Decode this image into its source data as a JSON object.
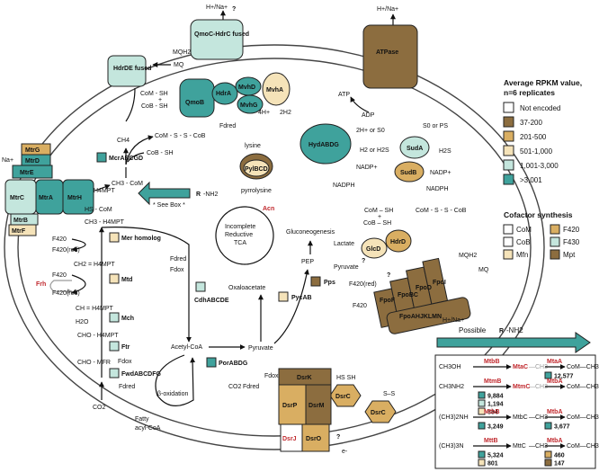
{
  "colors": {
    "not_encoded": "#ffffff",
    "r37_200": "#8c6d3f",
    "r201_500": "#d9ae62",
    "r501_1000": "#f5e3b9",
    "r1001_3000": "#c4e6dd",
    "r3001": "#3fa29c",
    "accent_red": "#c0282d"
  },
  "legend": {
    "title": "Average RPKM value, n=6 replicates",
    "title_l1": "Average RPKM value,",
    "title_l2": "n=6 replicates",
    "items": [
      {
        "label": "Not encoded",
        "key": "not_encoded"
      },
      {
        "label": "37-200",
        "key": "r37_200"
      },
      {
        "label": "201-500",
        "key": "r201_500"
      },
      {
        "label": "501-1,000",
        "key": "r501_1000"
      },
      {
        "label": "1,001-3,000",
        "key": "r1001_3000"
      },
      {
        "label": ">3,001",
        "key": "r3001"
      }
    ]
  },
  "cofactor": {
    "title": "Cofactor synthesis",
    "items": [
      {
        "label": "CoM",
        "key": "not_encoded"
      },
      {
        "label": "CoB",
        "key": "not_encoded"
      },
      {
        "label": "Mfn",
        "key": "r501_1000"
      },
      {
        "label": "F420",
        "key": "r201_500"
      },
      {
        "label": "F430",
        "key": "r1001_3000"
      },
      {
        "label": "Mpt",
        "key": "r37_200"
      }
    ]
  },
  "membrane": {
    "top": {
      "q": "?",
      "hna": "H+/Na+",
      "mqh2": "MQH2",
      "mq": "MQ",
      "qmoc": "QmoC-HdrC fused",
      "hdrde": "HdrDE fused",
      "qmob": "QmoB",
      "hdra": "HdrA",
      "mvhd": "MvhD",
      "mvhg": "MvhG",
      "mvha": "MvhA",
      "fdred": "Fdred",
      "hplus": "4H+",
      "h2": "2H2",
      "com_sh": "CoM - SH",
      "plus": "+",
      "cob_sh": "CoB - SH"
    },
    "atp": {
      "hna": "H+/Na+",
      "label": "ATPase",
      "atp": "ATP",
      "adp": "ADP"
    },
    "mtr": {
      "na": "Na+",
      "mtrg": "MtrG",
      "mtrd": "MtrD",
      "mtre": "MtrE",
      "mtra": "MtrA",
      "mtrh": "MtrH",
      "mtrc": "MtrC",
      "mtrb": "MtrB",
      "mtrf": "MtrF"
    },
    "fpo": {
      "q": "?",
      "mqh2": "MQH2",
      "mq": "MQ",
      "fpof": "FpoF",
      "fpobc": "FpoBC",
      "fpod": "FpoD",
      "fpoi": "FpoI",
      "fpoa": "FpoAHJKLMN",
      "f420red": "F420(red)",
      "f420": "F420",
      "hna": "H+/Na+"
    },
    "dsr": {
      "dsrk": "DsrK",
      "dsrp": "DsrP",
      "dsrm": "DsrM",
      "dsro": "DsrO",
      "dsrj": "DsrJ",
      "q": "?",
      "e": "e-"
    }
  },
  "pathway": {
    "ch4": "CH4",
    "com_s_s_cob": "CoM - S - S - CoB",
    "cob_sh": "CoB - SH",
    "mcr": "McrABCGD",
    "ch3_com": "CH3 - CoM",
    "see_box": "* See Box *",
    "r": "R",
    "nh2": "-NH2",
    "h4mpt": "H4MPT",
    "hs_com": "HS - CoM",
    "ch3_h4mpt": "CH3 - H4MPT",
    "f420": "F420",
    "f420red": "F420(red)",
    "mer": "Mer homolog",
    "ch2_h4mpt": "CH2 = H4MPT",
    "frh": "Frh",
    "mtd": "Mtd",
    "ch_h4mpt": "CH = H4MPT",
    "h2o": "H2O",
    "mch": "Mch",
    "cho_h4mpt": "CHO - H4MPT",
    "ftr": "Ftr",
    "cho_mfr": "CHO - MFR",
    "fdox": "Fdox",
    "fdred": "Fdred",
    "fwd": "FwdABCDFG",
    "co2": "CO2",
    "acetyl_coa": "Acetyl-CoA",
    "cdh": "CdhABCDE",
    "lysine": "lysine",
    "pylbcd": "PylBCD",
    "pyrrolysine": "pyrrolysine",
    "tca": "Incomplete Reductive TCA",
    "acn": "Acn",
    "oxaloacetate": "Oxaloacetate",
    "pyca": "PycAB",
    "pyruvate": "Pyruvate",
    "por": "PorABDG",
    "pep": "PEP",
    "pps": "Pps",
    "gluconeogenesis": "Gluconeogenesis",
    "beta_ox": "β-oxidation",
    "fatty": "Fatty acyl-CoA",
    "hyd": "HydABDG",
    "hyd_in": "2H+ or S0",
    "hyd_out": "H2 or H2S",
    "nadp": "NADP+",
    "nadph": "NADPH",
    "suda": "SudA",
    "sudb": "SudB",
    "sud_in": "S0 or PS",
    "h2s": "H2S",
    "hdrd": "HdrD",
    "glcd": "GlcD",
    "lactate": "Lactate",
    "dsrc": "DsrC",
    "q": "?"
  },
  "possible": {
    "text_pre": "Possible ",
    "text_r": "R",
    "text_post": "-NH2"
  },
  "box": {
    "rows": [
      {
        "substrate": "CH3OH",
        "enzyme1": "MtbB",
        "mid": "MtaC",
        "ch3": "—CH3",
        "enzyme2": "MtaA",
        "product": "CoM—CH3",
        "counts": [
          {
            "key": "r3001",
            "value": "12,577"
          }
        ]
      },
      {
        "substrate": "CH3NH2",
        "enzyme1": "MtmB",
        "mid": "MtmC",
        "ch3": "—CH3",
        "enzyme2": "MtbA",
        "product": "CoM—CH3",
        "counts": [
          {
            "key": "r3001",
            "value": "9,884"
          },
          {
            "key": "r1001_3000",
            "value": "1,194"
          },
          {
            "key": "r501_1000",
            "value": "884"
          }
        ]
      },
      {
        "substrate": "(CH3)2NH",
        "enzyme1": "MtbB",
        "mid": "MtbC",
        "ch3": "—CH3",
        "enzyme2": "MtbA",
        "product": "CoM—CH3",
        "counts": [
          {
            "key": "r3001",
            "value": "3,249"
          }
        ],
        "counts2": [
          {
            "key": "r3001",
            "value": "3,677"
          }
        ]
      },
      {
        "substrate": "(CH3)3N",
        "enzyme1": "MttB",
        "mid": "MttC",
        "ch3": "—CH3",
        "enzyme2": "MtbA",
        "product": "CoM—CH3",
        "counts": [
          {
            "key": "r3001",
            "value": "5,324"
          },
          {
            "key": "r501_1000",
            "value": "801"
          }
        ],
        "counts2": [
          {
            "key": "r201_500",
            "value": "460"
          },
          {
            "key": "r37_200",
            "value": "147"
          }
        ]
      }
    ]
  }
}
